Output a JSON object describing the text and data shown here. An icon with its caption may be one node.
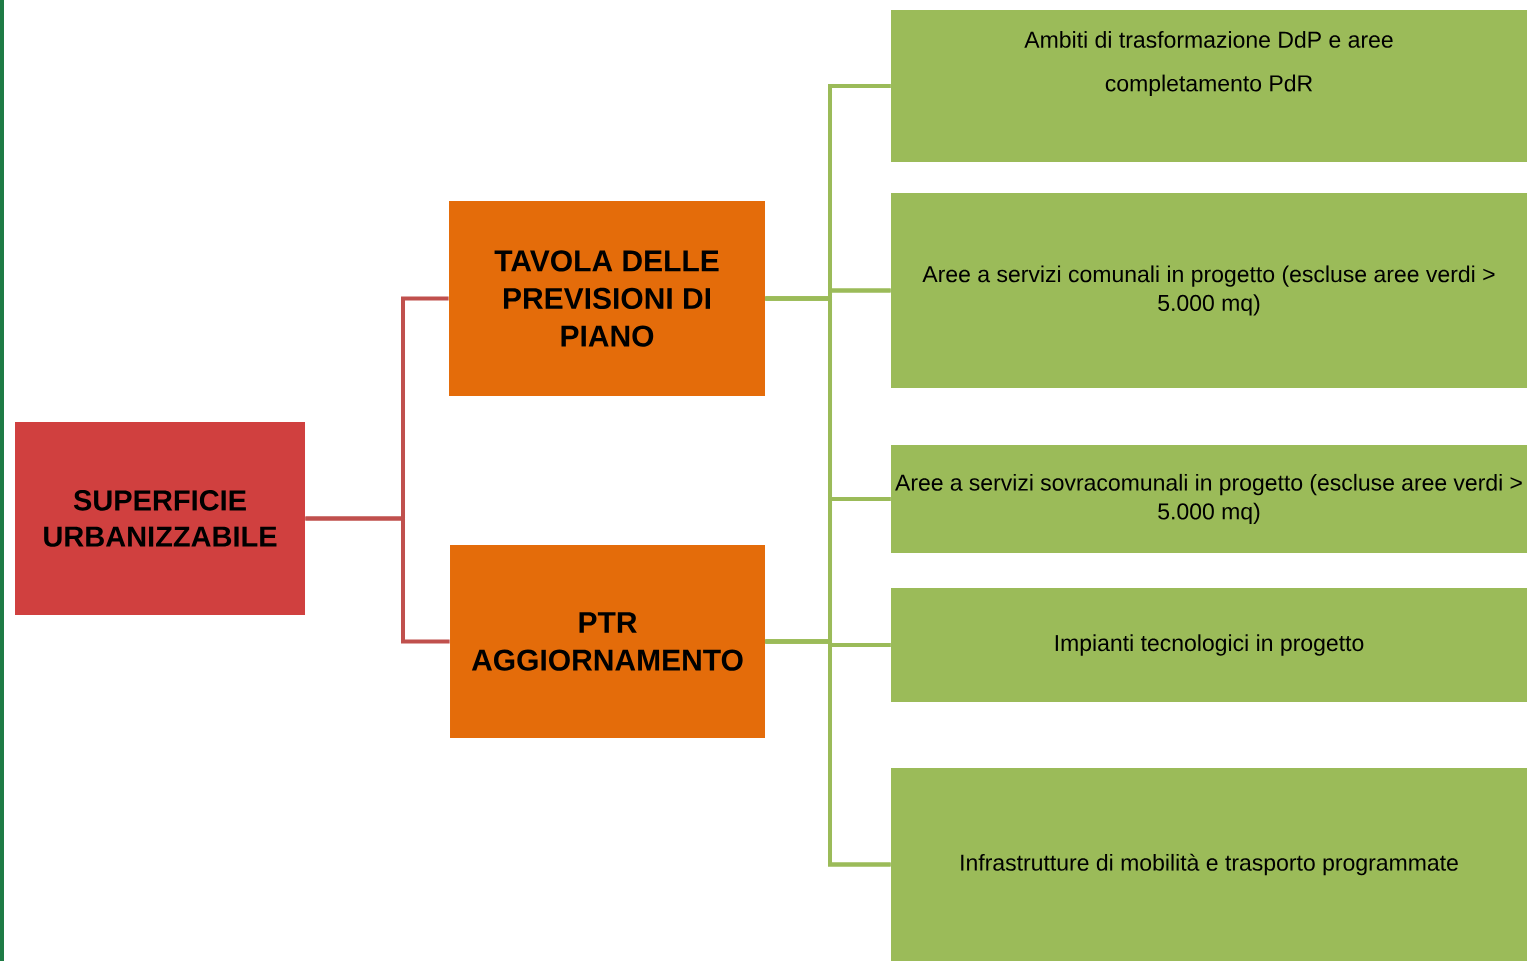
{
  "diagram": {
    "nodes": [
      {
        "text": [
          "SUPERFICIE URBANIZZABILE"
        ]
      },
      {
        "text": [
          "TAVOLA DELLE PREVISIONI DI PIANO"
        ]
      },
      {
        "text": [
          "PTR AGGIORNAMENTO"
        ]
      },
      {
        "text": [
          "Ambiti di trasformazione DdP e aree completamento PdR"
        ]
      },
      {
        "text": [
          "Aree a servizi comunali in progetto (escluse aree verdi > 5.000 mq)"
        ]
      },
      {
        "text": [
          "Aree a servizi sovracomunali in progetto (escluse aree verdi > 5.000 mq)"
        ]
      },
      {
        "text": [
          "Impianti tecnologici in progetto"
        ]
      },
      {
        "text": [
          "Infrastrutture di mobilità e trasporto programmate"
        ]
      }
    ],
    "edges": [
      {
        "from": 0,
        "to": 1,
        "arrow": "none",
        "color": "#c0504d"
      },
      {
        "from": 0,
        "to": 2,
        "arrow": "none",
        "color": "#c0504d"
      },
      {
        "from": 1,
        "to": 3,
        "arrow": "none"
      },
      {
        "from": 1,
        "to": 4,
        "arrow": "none"
      },
      {
        "from": 1,
        "to": 5,
        "arrow": "none"
      },
      {
        "from": 1,
        "to": 6,
        "arrow": "none"
      },
      {
        "from": 1,
        "to": 7,
        "arrow": "none"
      },
      {
        "from": 2,
        "to": 3,
        "arrow": "none"
      },
      {
        "from": 2,
        "to": 4,
        "arrow": "none"
      },
      {
        "from": 2,
        "to": 5,
        "arrow": "none"
      },
      {
        "from": 2,
        "to": 6,
        "arrow": "none"
      },
      {
        "from": 2,
        "to": 7,
        "arrow": "none"
      }
    ]
  }
}
